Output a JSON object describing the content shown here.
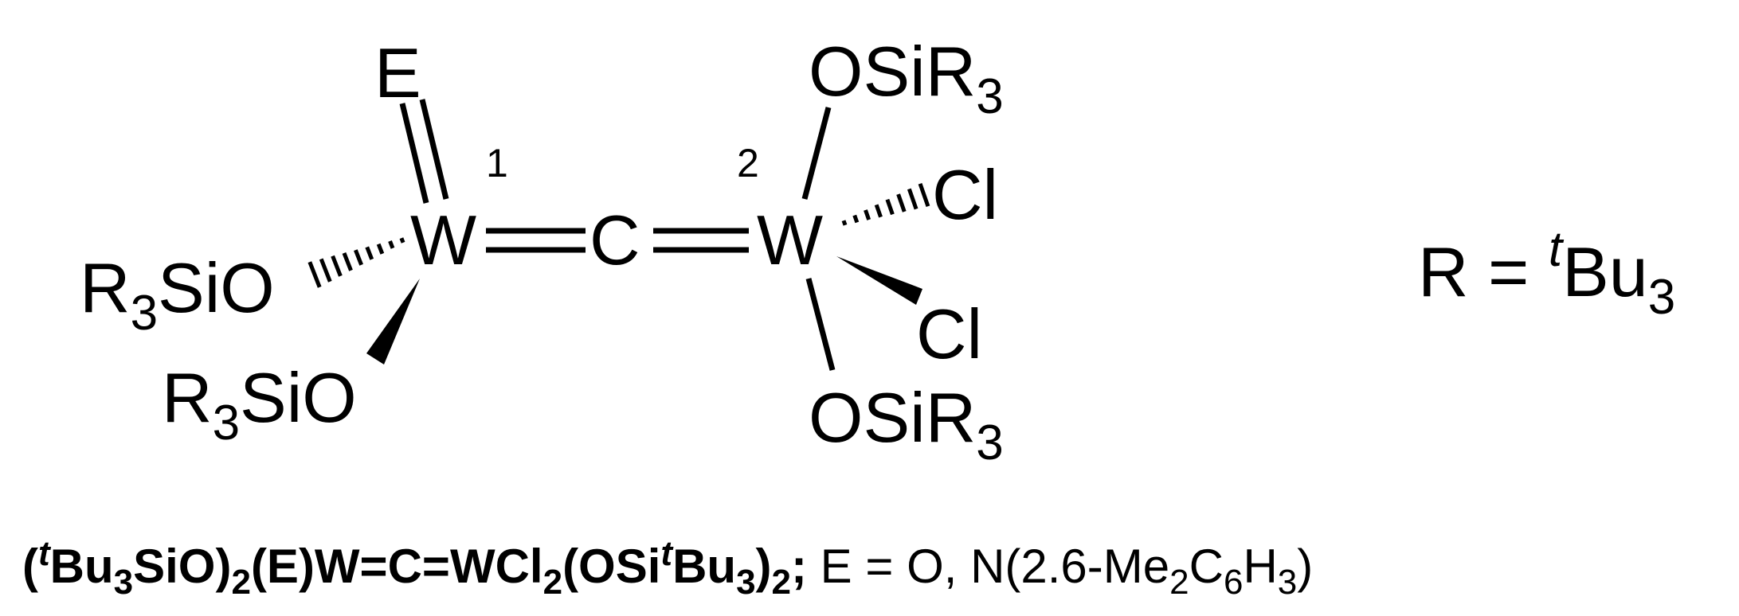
{
  "structure": {
    "left_metal": "W",
    "central_carbon": "C",
    "right_metal": "W",
    "apical_group": "E",
    "label_1": "1",
    "label_2": "2",
    "left_top_ligand": {
      "prefix": "R",
      "sub": "3",
      "suffix": "SiO"
    },
    "left_bottom_ligand": {
      "prefix": "R",
      "sub": "3",
      "suffix": "SiO"
    },
    "right_top_ligand": {
      "prefix": "OSiR",
      "sub": "3"
    },
    "right_bottom_ligand": {
      "prefix": "OSiR",
      "sub": "3"
    },
    "right_cl_upper": "Cl",
    "right_cl_lower": "Cl"
  },
  "definition": {
    "lhs": "R = ",
    "sup": "t",
    "base": "Bu",
    "sub": "3"
  },
  "caption": {
    "bold_parts": [
      "(",
      "t",
      "Bu",
      "3",
      "SiO)",
      "2",
      "(E)W=C=WCl",
      "2",
      "(OSi",
      "t",
      "Bu",
      "3",
      ")",
      "2",
      ";"
    ],
    "plain_text_1": " E = O, N(2.6-Me",
    "plain_sub_1": "2",
    "plain_text_2": "C",
    "plain_sub_2": "6",
    "plain_text_3": "H",
    "plain_sub_3": "3",
    "plain_text_4": ")"
  }
}
